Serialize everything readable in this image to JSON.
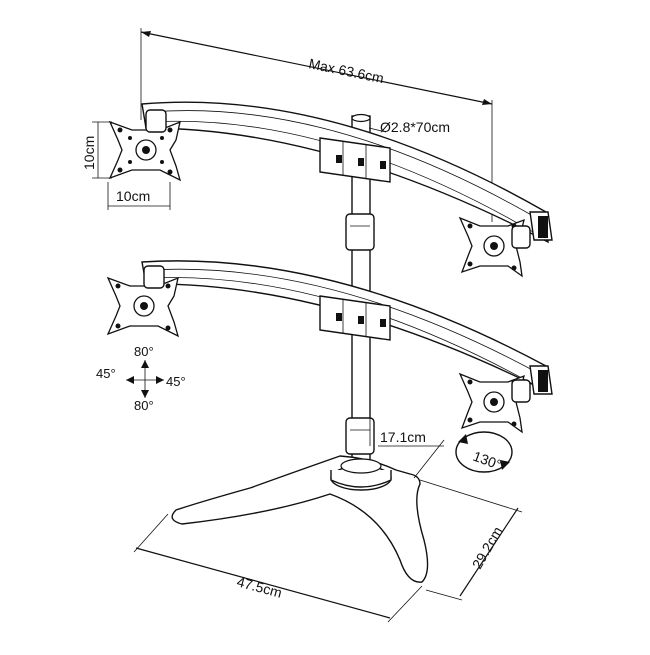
{
  "labels": {
    "width": "Max 63.6cm",
    "pole": "Ø2.8*70cm",
    "vesa_h": "10cm",
    "vesa_w": "10cm",
    "tilt_up": "80°",
    "tilt_down": "80°",
    "swivel_left": "45°",
    "swivel_right": "45°",
    "rotation": "130°",
    "base_depth_top": "17.1cm",
    "base_side": "29.2cm",
    "base_width": "47.5cm"
  }
}
